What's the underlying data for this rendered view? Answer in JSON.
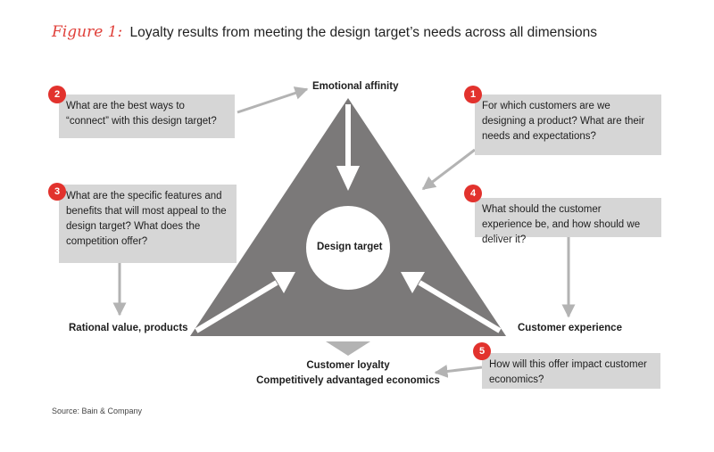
{
  "title": {
    "figure": "Figure 1:",
    "text": "Loyalty results from meeting the design target’s needs across all dimensions"
  },
  "vertices": {
    "top": "Emotional affinity",
    "left": "Rational value, products",
    "right": "Customer experience",
    "center": "Design target"
  },
  "outcome": {
    "line1": "Customer loyalty",
    "line2": "Competitively advantaged economics"
  },
  "questions": [
    {
      "number": "1",
      "text": "For which customers are we designing a product? What are their needs and expectations?"
    },
    {
      "number": "2",
      "text": "What are the best ways to “connect” with this design target?"
    },
    {
      "number": "3",
      "text": "What are the specific features and benefits that will most appeal to the design target? What does the competition offer?"
    },
    {
      "number": "4",
      "text": "What should the customer experience be, and how should we deliver it?"
    },
    {
      "number": "5",
      "text": "How will this offer impact customer economics?"
    }
  ],
  "source": "Source: Bain & Company",
  "colors": {
    "triangle": "#7b7979",
    "box": "#d6d6d6",
    "badge": "#e2322d",
    "figure_label": "#e0403a",
    "connector": "#b3b3b3"
  }
}
